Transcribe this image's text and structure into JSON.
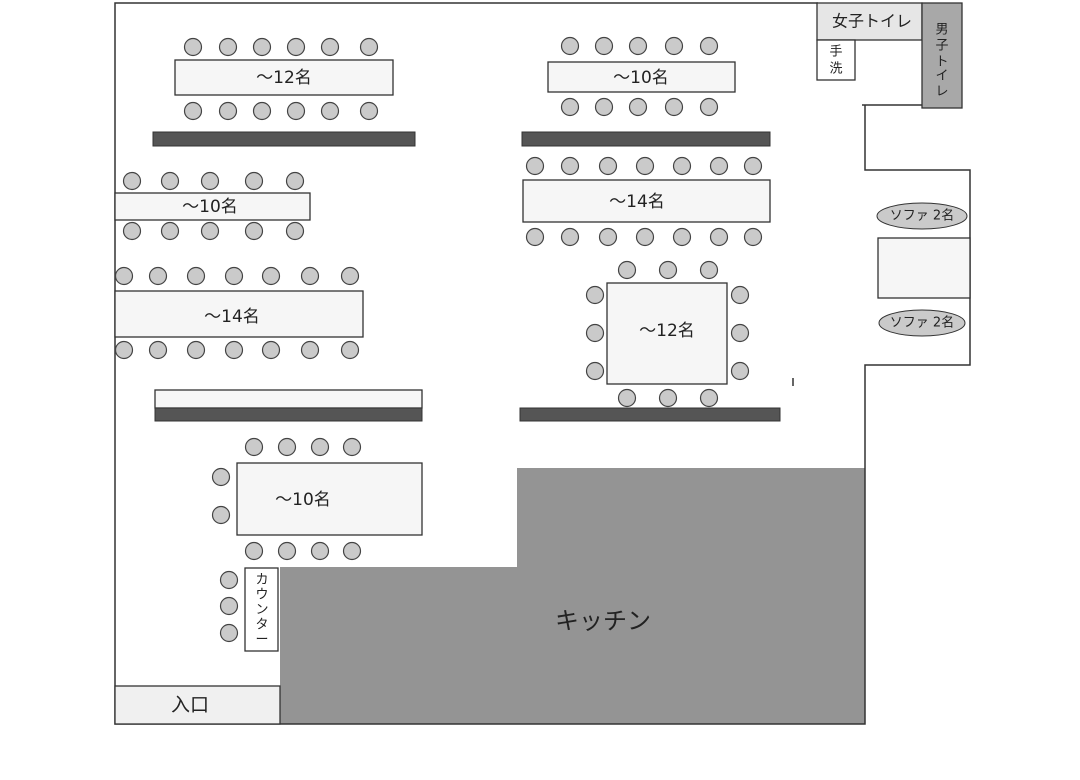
{
  "floor_plan": {
    "tables": [
      {
        "label": "～12名"
      },
      {
        "label": "～10名"
      },
      {
        "label": "～10名"
      },
      {
        "label": "～14名"
      },
      {
        "label": "～14名"
      },
      {
        "label": "～12名"
      },
      {
        "label": "～10名"
      }
    ],
    "rooms": {
      "womens_toilet": "女子トイレ",
      "mens_toilet": [
        "男",
        "子",
        "ト",
        "イ",
        "レ"
      ],
      "handwash": [
        "手",
        "洗"
      ],
      "kitchen": "キッチン",
      "entrance": "入口",
      "counter": [
        "カ",
        "ウ",
        "ン",
        "タ",
        "ー"
      ]
    },
    "sofas": [
      {
        "label": "ソファ 2名"
      },
      {
        "label": "ソファ 2名"
      }
    ],
    "colors": {
      "kitchen": "#949494",
      "mens_toilet": "#a8a8a8",
      "womens_toilet": "#e6e6e6",
      "bar": "#555555",
      "chair": "#cacaca"
    }
  }
}
